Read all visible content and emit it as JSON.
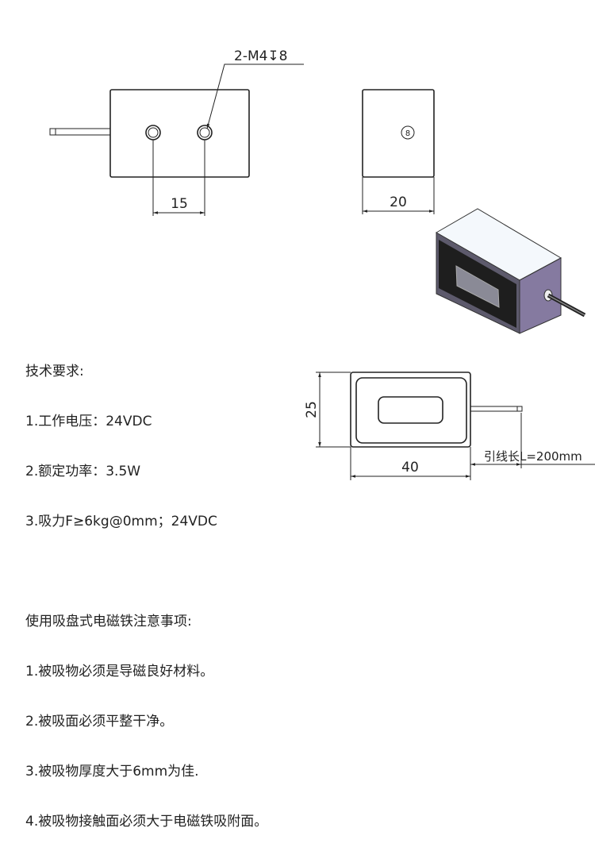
{
  "front_view": {
    "thread_callout": "2-M4↧8",
    "hole_spacing": "15"
  },
  "side_view": {
    "width": "20",
    "hole_mark": "8"
  },
  "bottom_view": {
    "height": "25",
    "width": "40",
    "lead_length": "引线长L=200mm"
  },
  "tech_requirements": {
    "title": "技术要求:",
    "items": [
      "1.工作电压：24VDC",
      "2.额定功率：3.5W",
      "3.吸力F≥6kg@0mm；24VDC"
    ]
  },
  "usage_notes": {
    "title": "使用吸盘式电磁铁注意事项:",
    "items": [
      "1.被吸物必须是导磁良好材料。",
      "2.被吸面必须平整干净。",
      "3.被吸物厚度大于6mm为佳.",
      "4.被吸物接触面必须大于电磁铁吸附面。"
    ]
  },
  "colors": {
    "body_top": "#f4f8fc",
    "body_front": "#5d5a6c",
    "body_side": "#857aa0",
    "face_dark": "#1e1e1e",
    "core": "#8a8a96"
  }
}
